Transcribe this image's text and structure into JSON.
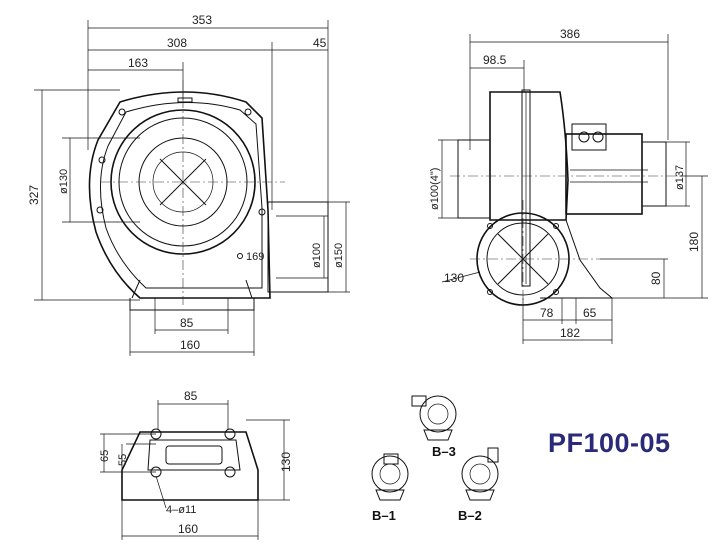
{
  "model": "PF100-05",
  "front_view": {
    "dims": {
      "overall_width": "353",
      "to_outlet_face": "308",
      "outlet_depth": "45",
      "to_center": "163",
      "height": "327",
      "inlet_dia": "ø130",
      "outlet_dia_inner": "ø100",
      "outlet_dia_outer": "ø150",
      "base_inner": "85",
      "base_outer": "160",
      "nameplate": "169"
    }
  },
  "side_view": {
    "dims": {
      "overall_length": "386",
      "inlet_offset": "98.5",
      "inlet_dia": "ø100(4\")",
      "motor_dia": "ø137",
      "height_center": "180",
      "base_height": "80",
      "base_a": "78",
      "base_b": "65",
      "base_total": "182",
      "radius": "130"
    }
  },
  "base_view": {
    "dims": {
      "top_width": "85",
      "height_a": "65",
      "height_b": "55",
      "height_total": "130",
      "holes": "4–ø11",
      "width": "160"
    }
  },
  "orientations": [
    "B–3",
    "B–1",
    "B–2"
  ]
}
